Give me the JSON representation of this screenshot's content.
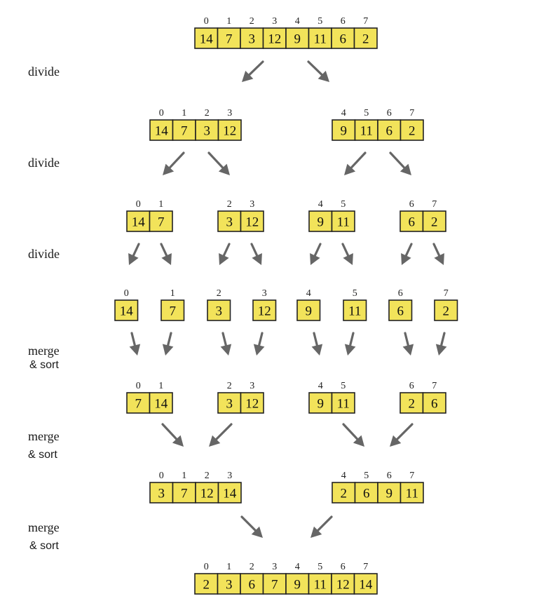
{
  "labels": {
    "divide": "divide",
    "merge": "merge",
    "sort": "& sort"
  },
  "levels": [
    {
      "groups": [
        {
          "indices": [
            "0",
            "1",
            "2",
            "3",
            "4",
            "5",
            "6",
            "7"
          ],
          "values": [
            "14",
            "7",
            "3",
            "12",
            "9",
            "11",
            "6",
            "2"
          ]
        }
      ]
    },
    {
      "groups": [
        {
          "indices": [
            "0",
            "1",
            "2",
            "3"
          ],
          "values": [
            "14",
            "7",
            "3",
            "12"
          ]
        },
        {
          "indices": [
            "4",
            "5",
            "6",
            "7"
          ],
          "values": [
            "9",
            "11",
            "6",
            "2"
          ]
        }
      ]
    },
    {
      "groups": [
        {
          "indices": [
            "0",
            "1"
          ],
          "values": [
            "14",
            "7"
          ]
        },
        {
          "indices": [
            "2",
            "3"
          ],
          "values": [
            "3",
            "12"
          ]
        },
        {
          "indices": [
            "4",
            "5"
          ],
          "values": [
            "9",
            "11"
          ]
        },
        {
          "indices": [
            "6",
            "7"
          ],
          "values": [
            "6",
            "2"
          ]
        }
      ]
    },
    {
      "groups": [
        {
          "indices": [
            "0"
          ],
          "values": [
            "14"
          ]
        },
        {
          "indices": [
            "1"
          ],
          "values": [
            "7"
          ]
        },
        {
          "indices": [
            "2"
          ],
          "values": [
            "3"
          ]
        },
        {
          "indices": [
            "3"
          ],
          "values": [
            "12"
          ]
        },
        {
          "indices": [
            "4"
          ],
          "values": [
            "9"
          ]
        },
        {
          "indices": [
            "5"
          ],
          "values": [
            "11"
          ]
        },
        {
          "indices": [
            "6"
          ],
          "values": [
            "6"
          ]
        },
        {
          "indices": [
            "7"
          ],
          "values": [
            "2"
          ]
        }
      ]
    },
    {
      "groups": [
        {
          "indices": [
            "0",
            "1"
          ],
          "values": [
            "7",
            "14"
          ]
        },
        {
          "indices": [
            "2",
            "3"
          ],
          "values": [
            "3",
            "12"
          ]
        },
        {
          "indices": [
            "4",
            "5"
          ],
          "values": [
            "9",
            "11"
          ]
        },
        {
          "indices": [
            "6",
            "7"
          ],
          "values": [
            "2",
            "6"
          ]
        }
      ]
    },
    {
      "groups": [
        {
          "indices": [
            "0",
            "1",
            "2",
            "3"
          ],
          "values": [
            "3",
            "7",
            "12",
            "14"
          ]
        },
        {
          "indices": [
            "4",
            "5",
            "6",
            "7"
          ],
          "values": [
            "2",
            "6",
            "9",
            "11"
          ]
        }
      ]
    },
    {
      "groups": [
        {
          "indices": [
            "0",
            "1",
            "2",
            "3",
            "4",
            "5",
            "6",
            "7"
          ],
          "values": [
            "2",
            "3",
            "6",
            "7",
            "9",
            "11",
            "12",
            "14"
          ]
        }
      ]
    }
  ]
}
